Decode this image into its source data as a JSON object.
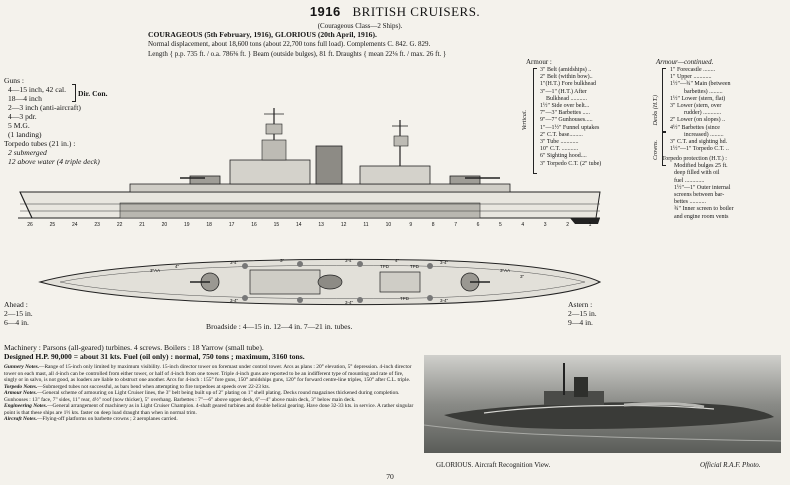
{
  "header": {
    "year": "1916",
    "title": "BRITISH CRUISERS."
  },
  "top": {
    "class_line": "(Courageous Class—2 Ships).",
    "ships_line": "COURAGEOUS (5th February, 1916), GLORIOUS (20th April, 1916).",
    "displacement_line": "Normal displacement, about 18,600 tons (about 22,700 tons full load). Complements C. 842. G. 829.",
    "length_line": "Length { p.p. 735 ft. / o.a. 786⅜ ft. }   Beam (outside bulges), 81 ft.   Draughts { mean 22⅛ ft. / max. 26 ft. }"
  },
  "guns": {
    "heading": "Guns :",
    "items": [
      "4—15 inch, 42 cal.",
      "18—4 inch",
      "2—3 inch (anti-aircraft)",
      "4—3 pdr.",
      "5 M.G.",
      "(1 landing)"
    ],
    "dircon": "Dir. Con.",
    "torpedo_heading": "Torpedo tubes (21 in.) :",
    "torpedo_items": [
      "2 submerged",
      "12 above water (4 triple deck)"
    ]
  },
  "armour": {
    "heading": "Armour :",
    "vertical_label": "Vertical.",
    "items": [
      "3\" Belt (amidships) ..",
      "2\" Belt (within bow)..",
      "1\"(H.T.) Fore bulkhead",
      "3\"—1\" (H.T.) After",
      "Bulkhead ...........",
      "1½\" Side over belt...",
      "7\"—3\" Barbettes .....",
      "9\"—7\" Gunhouses.....",
      "1\"—1½\" Funnel uptakes",
      "2\" C.T. base.........",
      "3\" Tube ............",
      "10\" C.T. ...........",
      "6\" Sighting hood....",
      "3\" Torpedo C.T. (2\" tube)"
    ]
  },
  "armour_cont": {
    "heading": "Armour—continued.",
    "decks_label": "Decks (H.T.)",
    "crowns_label": "Crowns.",
    "items": [
      "1\" Forecastle ........",
      "1\" Upper ............",
      "1½\"—¾\" Main (between",
      "barbettes) .........",
      "1½\" Lower (stern, flat)",
      "3\" Lower (stern, over",
      "rudder) ............",
      "2\" Lower (on slopes) ..",
      "4½\" Barbettes (since",
      "increased) .........",
      "3\" C.T. and sighting hd.",
      "1½\"—1\" Torpedo C.T. .."
    ],
    "protection_heading": "Torpedo protection (H.T.) :",
    "protection_items": [
      "Modified bulges 25 ft.",
      "deep filled with oil",
      "fuel .............",
      "1½\"—1\" Outer internal",
      "screens between bar-",
      "bettes ...........",
      "¾\" Inner screen to boiler",
      "and engine room vents"
    ]
  },
  "profile_numbers": [
    "26",
    "25",
    "24",
    "23",
    "22",
    "21",
    "20",
    "19",
    "18",
    "17",
    "16",
    "15",
    "14",
    "13",
    "12",
    "11",
    "10",
    "9",
    "8",
    "7",
    "6",
    "5",
    "4",
    "3",
    "2",
    "1"
  ],
  "plan_labels": [
    "3\"AA",
    "4\"",
    "3-4\"",
    "3-4\"",
    "3\"",
    "3-4\"",
    "3-4\"",
    "TPD",
    "4\"",
    "TPD",
    "3-4\"",
    "TPD",
    "3-4\"",
    "3\"AA",
    "3\""
  ],
  "ahead": {
    "heading": "Ahead :",
    "items": [
      "2—15 in.",
      "6—4 in."
    ]
  },
  "astern": {
    "heading": "Astern :",
    "items": [
      "2—15 in.",
      "9—4 in."
    ]
  },
  "broadside": "Broadside : 4—15 in. 12—4 in. 7—21 in. tubes.",
  "machinery": {
    "line1": "Machinery : Parsons (all-geared) turbines. 4 screws. Boilers : 18 Yarrow (small tube).",
    "line2": "Designed H.P. 90,000 = about 31 kts. Fuel (oil only) : normal, 750 tons ; maximum, 3160 tons."
  },
  "notes": [
    {
      "label": "Gunnery Notes.",
      "text": "—Range of 15-inch only limited by maximum visibility. 15-inch director tower on foremast under control tower. Arcs as plans : 20° elevation, 5° depression. 4-inch director tower on each mast, all 4-inch can be controlled from either tower, or half of 4-inch from one tower. Triple 4-inch guns are reported to be an indifferent type of mounting and rate of fire, singly or in salvo, is not good, as loaders are liable to obstruct one another. Arcs for 4-inch : 155° fore guns, 150° amidships guns, 120° for forward centre-line triples, 150° after C.L. triple."
    },
    {
      "label": "Torpedo Notes.",
      "text": "—Submerged tubes not successful, as bars bend when attempting to fire torpedoes at speeds over 22-23 kts."
    },
    {
      "label": "Armour Notes.",
      "text": "—General scheme of armouring on Light Cruiser lines, the 3\" belt being built up of 2\" plating on 1\" shell plating. Decks round magazines thickened during completion. Gunhouses : 13\" face, 7\" sides, 11\" rear, 4½\" roof (now thicker), 5\" overhang. Barbettes : 7\"—6\" above upper deck, 6\"—4\" above main deck, 3\" below main deck."
    },
    {
      "label": "Engineering Notes.",
      "text": "—General arrangement of machinery as in Light Cruiser Champion. 4-shaft geared turbines and double helical gearing. Have done 32-33 kts. in service. A rather singular point is that these ships are 1½ kts. faster on deep load draught than when in normal trim."
    },
    {
      "label": "Aircraft Notes.",
      "text": "—Flying-off platforms on barbette crowns ; 2 aeroplanes carried."
    }
  ],
  "photo": {
    "caption": "GLORIOUS. Aircraft Recognition View.",
    "credit": "Official R.A.F. Photo."
  },
  "page_number": "70"
}
